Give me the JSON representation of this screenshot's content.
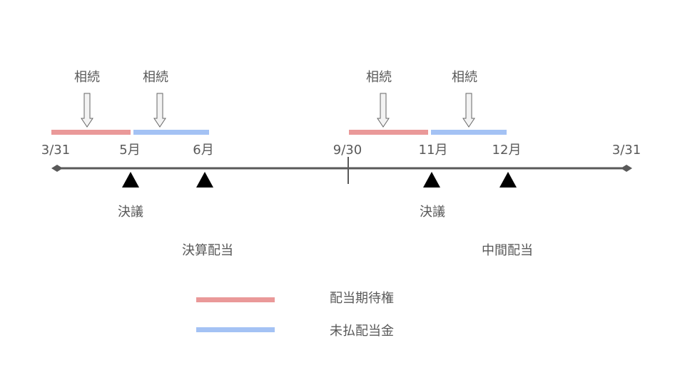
{
  "colors": {
    "entitlement": "#ea9999",
    "unpaid": "#a4c2f4",
    "axis": "#595959"
  },
  "ticks": {
    "start": "3/31",
    "may": "5月",
    "jun": "6月",
    "sep": "9/30",
    "nov": "11月",
    "dec": "12月",
    "end": "3/31"
  },
  "inherit_label": "相続",
  "resolution_label": "決議",
  "sections": {
    "final": "決算配当",
    "interim": "中間配当"
  },
  "legend": [
    {
      "label": "配当期待権",
      "color": "#ea9999"
    },
    {
      "label": "未払配当金",
      "color": "#a4c2f4"
    }
  ]
}
